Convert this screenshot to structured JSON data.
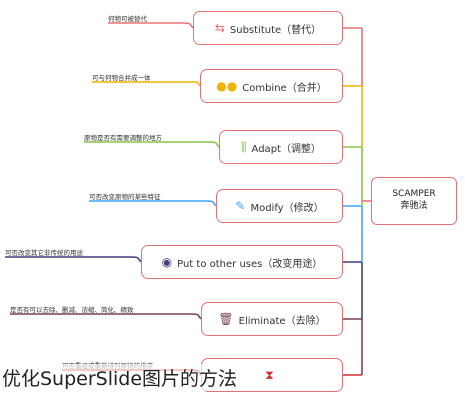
{
  "center": {
    "line1": "SCAMPER",
    "line2": "奔驰法"
  },
  "branches": [
    {
      "id": "substitute",
      "label": "Substitute（替代）",
      "icon": "⇆",
      "icon_name": "swap-arrows-icon",
      "note": "何物可被替代",
      "color": "#e57373"
    },
    {
      "id": "combine",
      "label": "Combine（合并）",
      "icon": "●●",
      "icon_name": "two-circles-icon",
      "note": "可与何物合并成一体",
      "color": "#f0b400"
    },
    {
      "id": "adapt",
      "label": "Adapt（调整）",
      "icon": "⫼",
      "icon_name": "sliders-icon",
      "note": "原物是否有需要调整的地方",
      "color": "#8bc34a"
    },
    {
      "id": "modify",
      "label": "Modify（修改）",
      "icon": "✎",
      "icon_name": "brush-icon",
      "note": "可否改变原物的某些特征",
      "color": "#42a5f5"
    },
    {
      "id": "put-to-other-uses",
      "label": "Put to other uses（改变用途）",
      "icon": "◉",
      "icon_name": "toggle-icon",
      "note": "可否改变其它非传统的用途",
      "color": "#3f3f7f"
    },
    {
      "id": "eliminate",
      "label": "Eliminate（去除）",
      "icon": "🗑",
      "icon_name": "trash-icon",
      "note": "是否有可以去除、删减、浓缩、简化、精致",
      "color": "#7b3f5a"
    },
    {
      "id": "rearrange",
      "label": "",
      "icon": "⧗",
      "icon_name": "hourglass-icon",
      "note": "可否重组或重新排列原物的排序",
      "color": "#d32f2f"
    }
  ],
  "footer_title": "优化SuperSlide图片的方法"
}
